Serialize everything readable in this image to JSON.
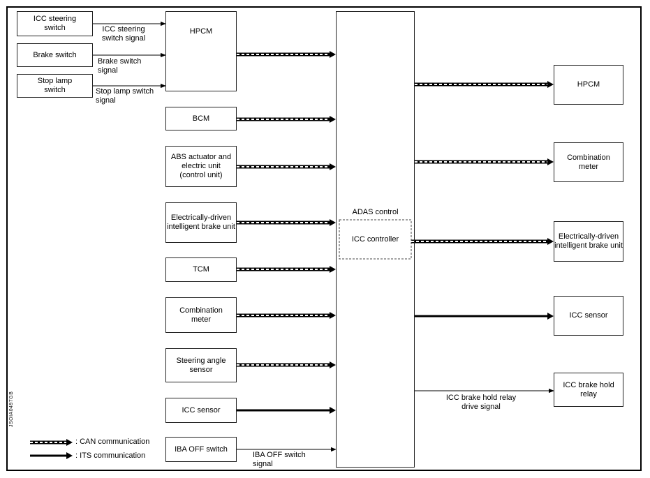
{
  "diagram": {
    "switches": {
      "icc_steering": "ICC steering switch",
      "brake": "Brake switch",
      "stop_lamp": "Stop lamp switch"
    },
    "signals": {
      "icc_steering": "ICC steering switch signal",
      "brake": "Brake switch signal",
      "stop_lamp": "Stop lamp switch signal",
      "iba_off": "IBA OFF switch signal",
      "brake_hold": "ICC brake hold relay drive signal"
    },
    "inputs": {
      "hpcm": "HPCM",
      "bcm": "BCM",
      "abs": "ABS actuator and electric unit (control unit)",
      "brake_unit": "Electrically-driven intelligent brake unit",
      "tcm": "TCM",
      "meter": "Combination meter",
      "steering_angle": "Steering angle sensor",
      "icc_sensor": "ICC sensor",
      "iba_off": "IBA OFF switch"
    },
    "center": {
      "adas": "ADAS control",
      "icc_controller": "ICC controller"
    },
    "outputs": {
      "hpcm": "HPCM",
      "meter": "Combination meter",
      "brake_unit": "Electrically-driven intelligent brake unit",
      "icc_sensor": "ICC sensor",
      "brake_hold": "ICC brake hold relay"
    },
    "legend": {
      "can": ": CAN communication",
      "its": ": ITS communication"
    },
    "code": "JSOIA0497GB"
  }
}
